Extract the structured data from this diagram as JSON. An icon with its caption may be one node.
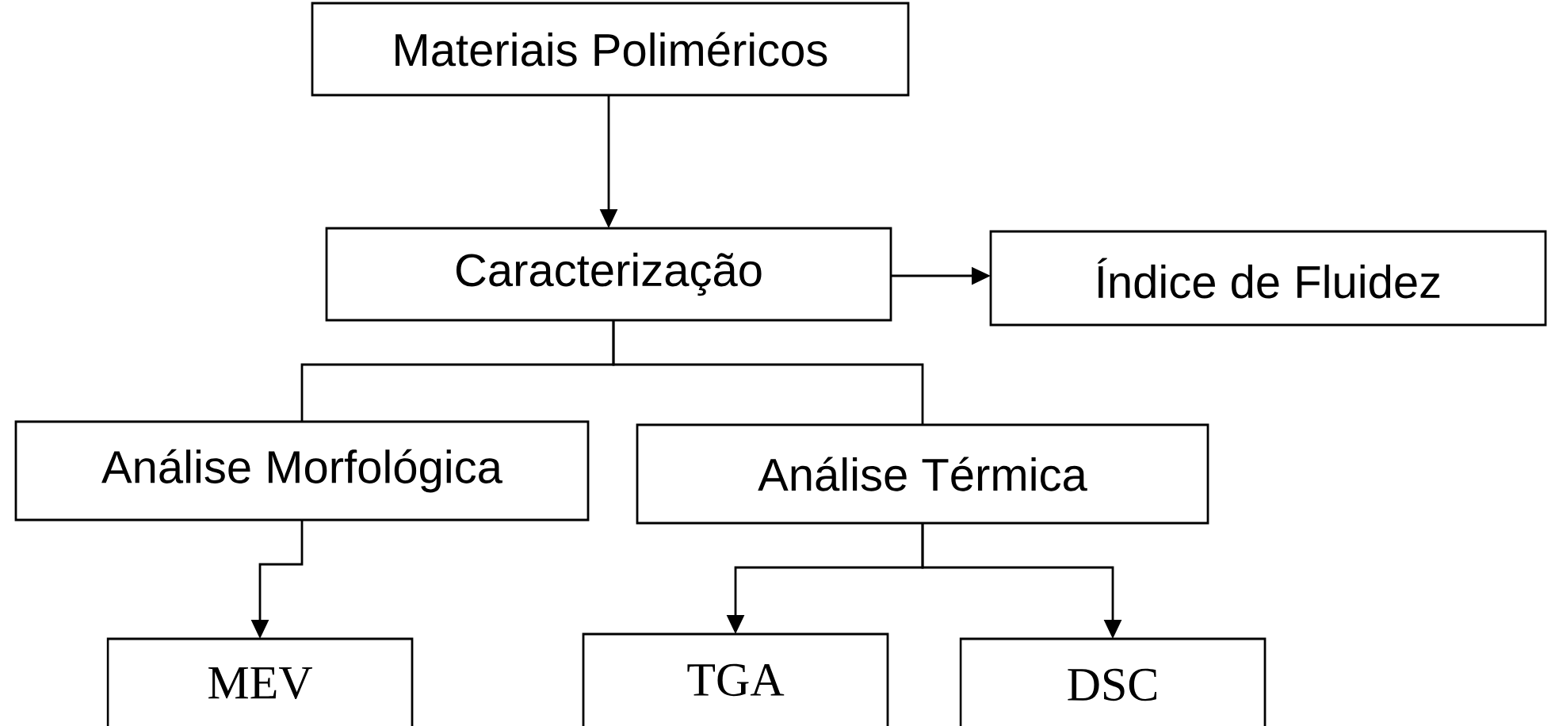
{
  "diagram": {
    "nodes": [
      {
        "text": [
          "Materiais Poliméricos"
        ]
      },
      {
        "text": [
          "Caracterização"
        ]
      },
      {
        "text": [
          "Índice de Fluidez"
        ]
      },
      {
        "text": [
          "Análise Morfológica"
        ]
      },
      {
        "text": [
          "Análise Térmica"
        ]
      },
      {
        "text": [
          "MEV"
        ]
      },
      {
        "text": [
          "TGA"
        ]
      },
      {
        "text": [
          "DSC"
        ]
      }
    ],
    "edges": [
      {
        "from": 0,
        "to": 1,
        "arrow": "to"
      },
      {
        "from": 1,
        "to": 2,
        "arrow": "to"
      },
      {
        "from": 1,
        "to": 3,
        "arrow": "none"
      },
      {
        "from": 1,
        "to": 4,
        "arrow": "none"
      },
      {
        "from": 3,
        "to": 5,
        "arrow": "to"
      },
      {
        "from": 4,
        "to": 6,
        "arrow": "to"
      },
      {
        "from": 4,
        "to": 7,
        "arrow": "to"
      }
    ]
  }
}
